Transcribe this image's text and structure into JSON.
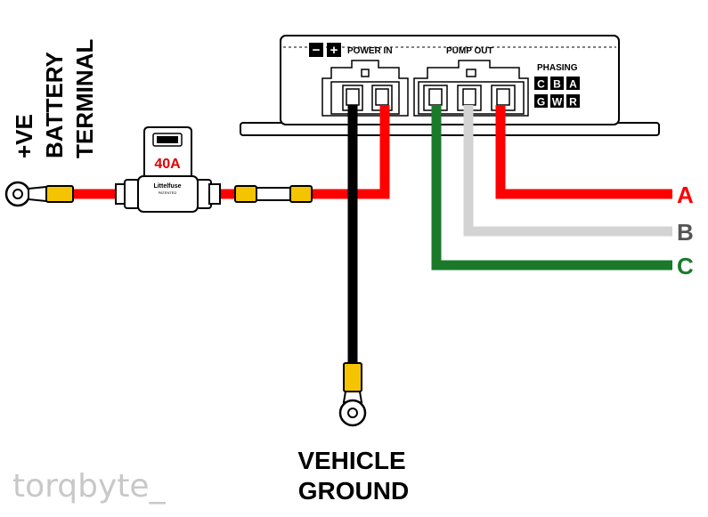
{
  "controller": {
    "minus_symbol": "−",
    "plus_symbol": "+",
    "power_in_label": "POWER IN",
    "pump_out_label": "PUMP OUT",
    "phasing_label": "PHASING",
    "phasing_row1": [
      "C",
      "B",
      "A"
    ],
    "phasing_row2": [
      "G",
      "W",
      "R"
    ]
  },
  "battery": {
    "line1": "+VE",
    "line2": "BATTERY",
    "line3": "TERMINAL"
  },
  "fuse": {
    "rating": "40A",
    "brand": "Littelfuse",
    "subtext": "PATENTED"
  },
  "outputs": [
    {
      "label": "A",
      "wire_color": "#ff0000",
      "label_color": "#ff0000"
    },
    {
      "label": "B",
      "wire_color": "#d3d3d3",
      "label_color": "#555555"
    },
    {
      "label": "C",
      "wire_color": "#1a7a2a",
      "label_color": "#1a7a2a"
    }
  ],
  "ground": {
    "line1": "VEHICLE",
    "line2": "GROUND"
  },
  "watermark": "torqbyte_",
  "colors": {
    "positive_wire": "#ff0000",
    "ground_wire": "#000000",
    "lug": "#f5c400"
  }
}
